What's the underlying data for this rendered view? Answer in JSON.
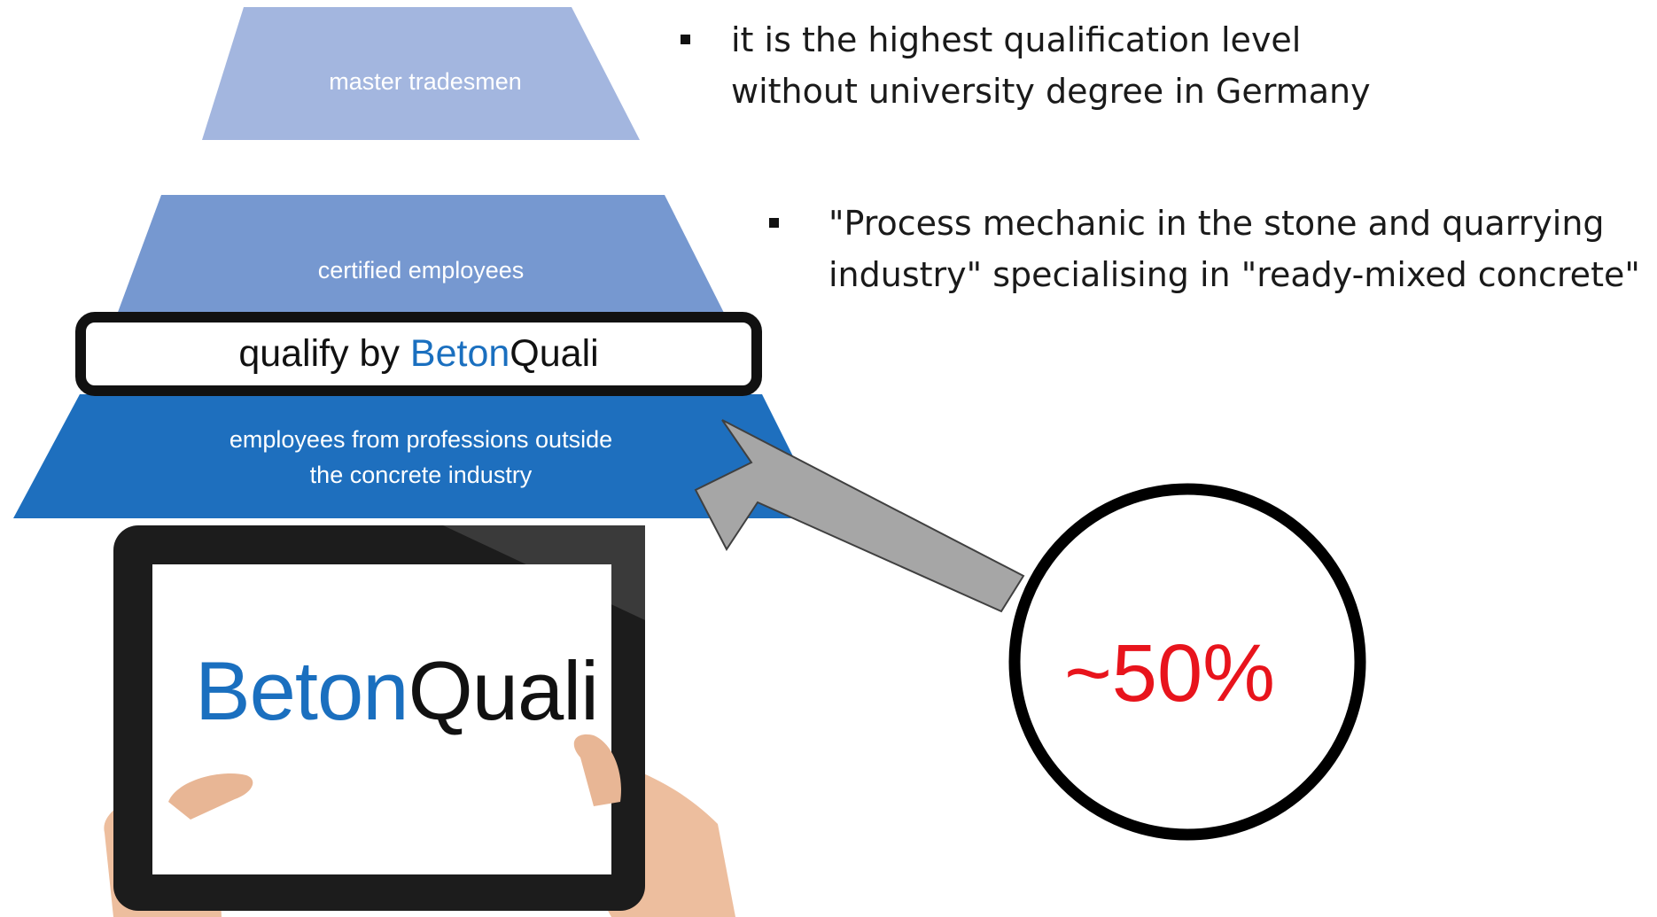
{
  "pyramid": {
    "tiers": [
      {
        "label": "master tradesmen",
        "color": "#a3b6df"
      },
      {
        "label": "certified employees",
        "color": "#7698d0"
      },
      {
        "label_line1": "employees from professions outside",
        "label_line2": "the concrete industry",
        "color": "#1e6fbe"
      }
    ],
    "qualify": {
      "prefix": "qualify by ",
      "brand_part1": "Beton",
      "brand_part2": "Quali"
    }
  },
  "bullets": [
    {
      "line1": "it is the highest qualification level",
      "line2": "without university degree in Germany"
    },
    {
      "line1": "\"Process mechanic in the stone and quarrying",
      "line2": "industry\" specialising in \"ready-mixed concrete\""
    }
  ],
  "tablet": {
    "brand_part1": "Beton",
    "brand_part2": "Quali"
  },
  "indicator": {
    "value": "~50%",
    "color": "#e8141c"
  },
  "colors": {
    "brand_blue": "#1a6fbf",
    "arrow_fill": "#a6a6a6",
    "arrow_stroke": "#404040"
  }
}
